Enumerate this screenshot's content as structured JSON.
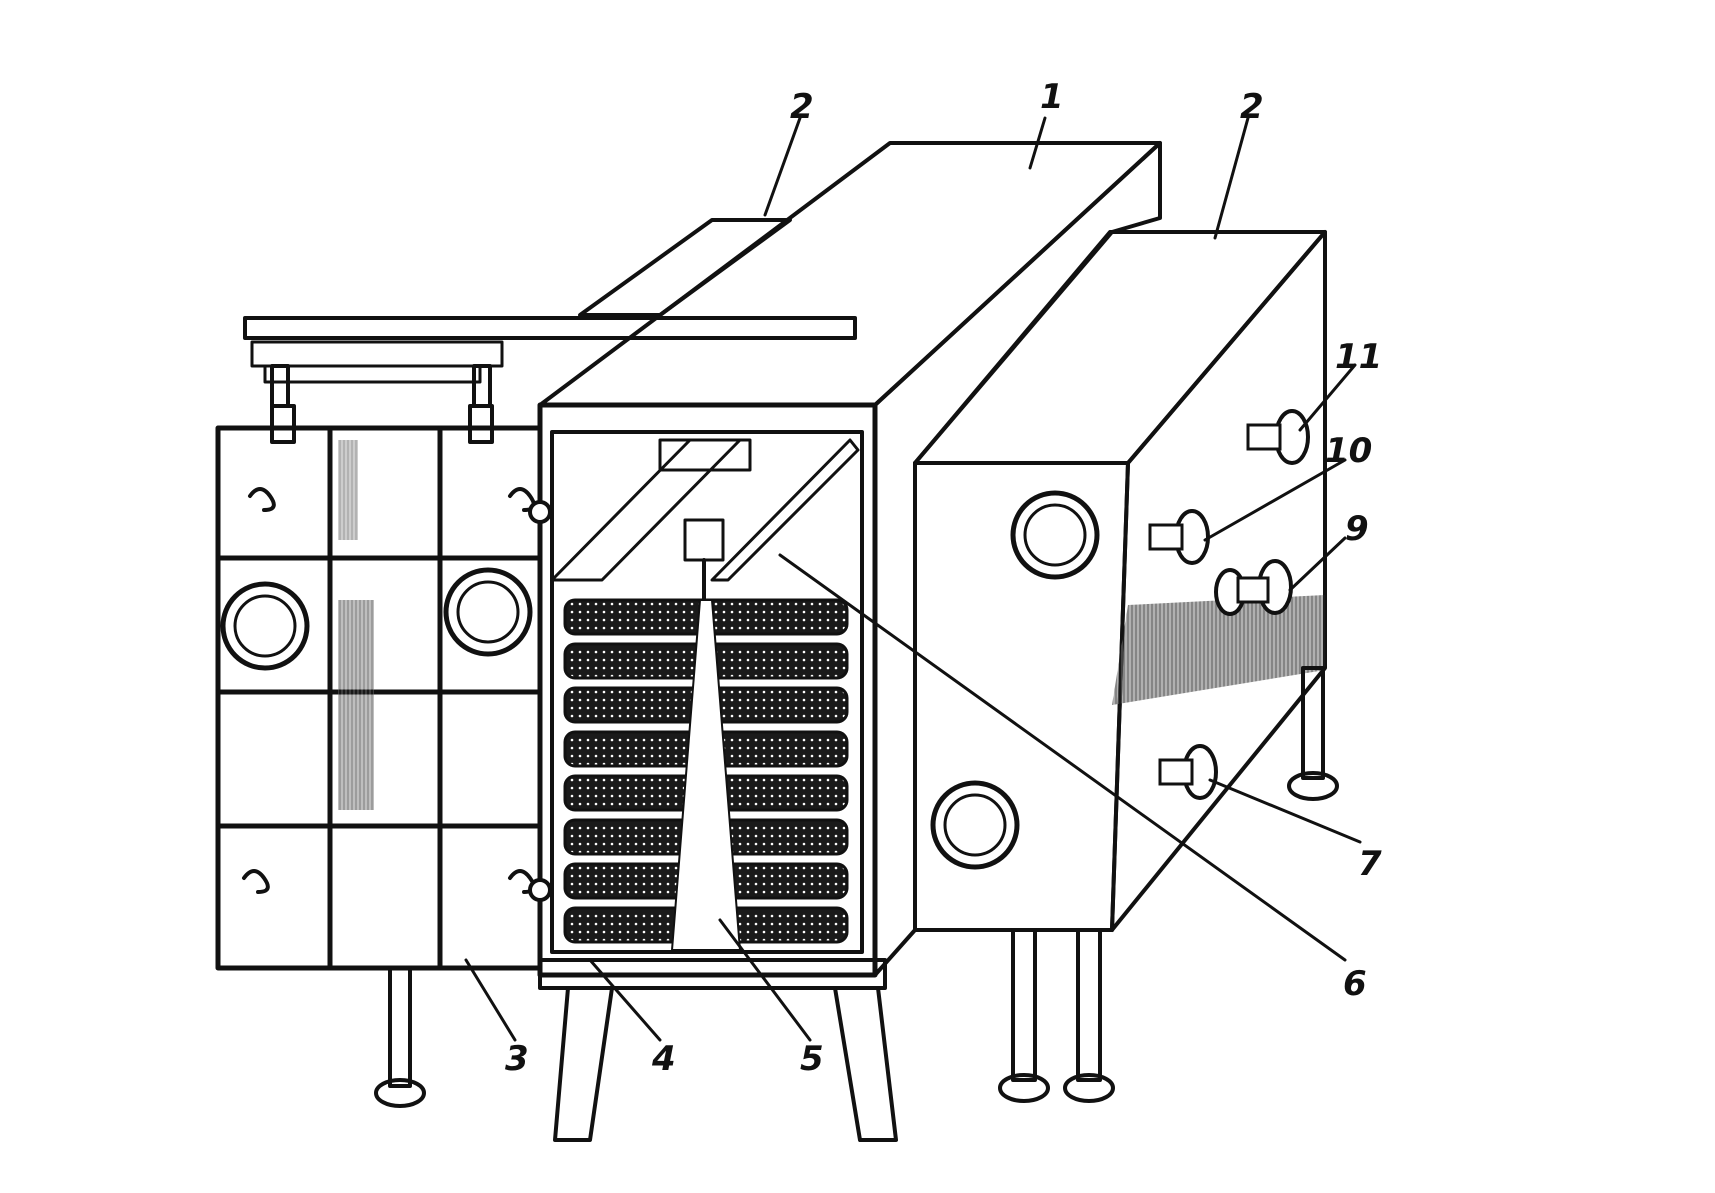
{
  "figure": {
    "callouts": [
      {
        "id": "c1",
        "text": "1"
      },
      {
        "id": "c2a",
        "text": "2"
      },
      {
        "id": "c2b",
        "text": "2"
      },
      {
        "id": "c3",
        "text": "3"
      },
      {
        "id": "c4",
        "text": "4"
      },
      {
        "id": "c5",
        "text": "5"
      },
      {
        "id": "c6",
        "text": "6"
      },
      {
        "id": "c7",
        "text": "7"
      },
      {
        "id": "c9",
        "text": "9"
      },
      {
        "id": "c10",
        "text": "10"
      },
      {
        "id": "c11",
        "text": "11"
      }
    ],
    "colors": {
      "ink": "#111111",
      "paper": "#ffffff",
      "shade": "#2a2a2a"
    }
  }
}
